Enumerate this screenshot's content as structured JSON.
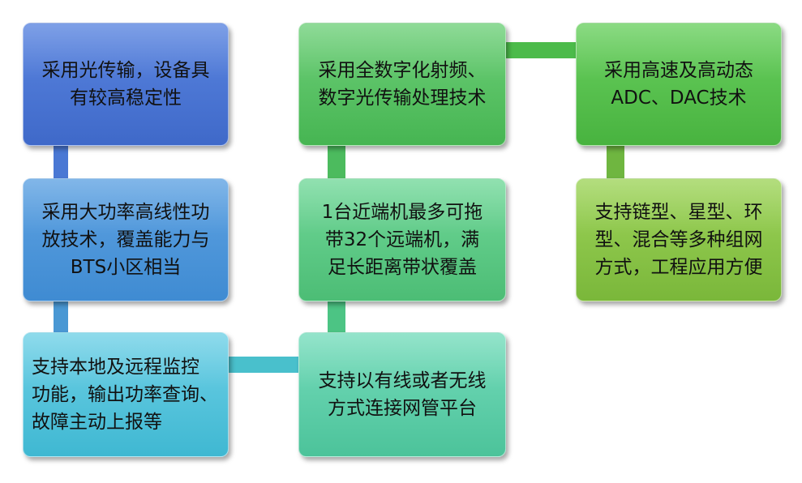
{
  "diagram": {
    "nodes": [
      {
        "id": "b1",
        "text": "采用光传输，设备具\n有较高稳定性",
        "color": "#4a78d4"
      },
      {
        "id": "b2",
        "text": "采用大功率高线性功\n放技术，覆盖能力与\nBTS小区相当",
        "color": "#4a98d4"
      },
      {
        "id": "b3",
        "text": "支持本地及远程监控\n功能，输出功率查询、\n故障主动上报等",
        "color": "#49c0d4"
      },
      {
        "id": "b4",
        "text": "采用全数字化射频、\n数字光传输处理技术",
        "color": "#4cbb5e"
      },
      {
        "id": "b5",
        "text": "1台近端机最多可拖\n带32个远端机，满\n足长距离带状覆盖",
        "color": "#4cc484"
      },
      {
        "id": "b6",
        "text": "支持以有线或者无线\n方式连接网管平台",
        "color": "#4cc8a4"
      },
      {
        "id": "b7",
        "text": "采用高速及高动态\nADC、DAC技术",
        "color": "#52b848"
      },
      {
        "id": "b8",
        "text": "支持链型、星型、环\n型、混合等多种组网\n方式，工程应用方便",
        "color": "#8ac44a"
      }
    ],
    "edges": [
      {
        "from": "b1",
        "to": "b2"
      },
      {
        "from": "b2",
        "to": "b3"
      },
      {
        "from": "b3",
        "to": "b6"
      },
      {
        "from": "b6",
        "to": "b5"
      },
      {
        "from": "b5",
        "to": "b4"
      },
      {
        "from": "b4",
        "to": "b7"
      },
      {
        "from": "b7",
        "to": "b8"
      }
    ]
  }
}
